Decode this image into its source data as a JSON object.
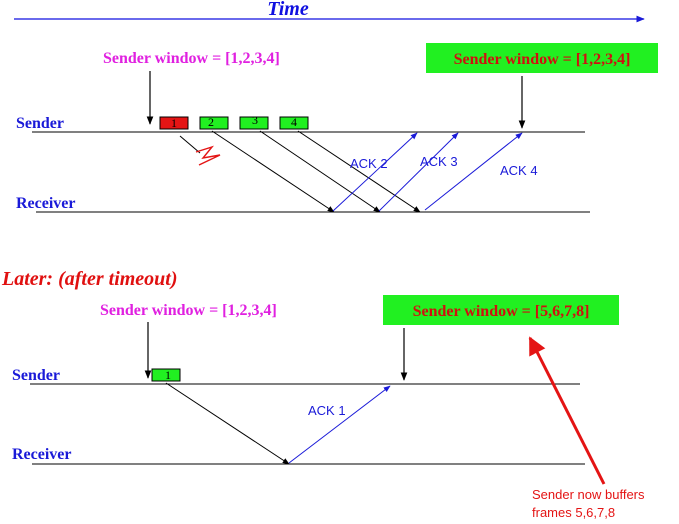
{
  "colors": {
    "time": "#1010e0",
    "label_blue": "#1a1ad8",
    "window_magenta": "#e020e0",
    "window_red_text": "#d01010",
    "green_box": "#21f021",
    "red_frame": "#e41414",
    "later_red": "#e01010",
    "ack_blue": "#1a1ad8",
    "line": "#000000",
    "annotation_red": "#e41414"
  },
  "time_label": "Time",
  "top": {
    "sender_label": "Sender",
    "receiver_label": "Receiver",
    "window_before": "Sender window = [1,2,3,4]",
    "window_after": "Sender window = [1,2,3,4]",
    "frames": [
      "1",
      "2",
      "3",
      "4"
    ],
    "acks": [
      "ACK 2",
      "ACK 3",
      "ACK 4"
    ]
  },
  "later": {
    "heading": "Later: (after timeout)",
    "sender_label": "Sender",
    "receiver_label": "Receiver",
    "window_before": "Sender window = [1,2,3,4]",
    "window_after": "Sender window = [5,6,7,8]",
    "frames": [
      "1"
    ],
    "acks": [
      "ACK 1"
    ]
  },
  "annotation": {
    "line1": "Sender now buffers",
    "line2": "frames 5,6,7,8"
  }
}
